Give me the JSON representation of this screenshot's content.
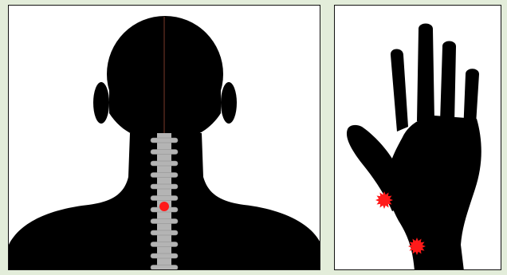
{
  "colors": {
    "background": "#e3edda",
    "panel_background": "#ffffff",
    "panel_border": "#111111",
    "silhouette": "#000000",
    "spine": "#b4b4b4",
    "marker": "#ff1a1a",
    "midline": "#7a3a2a"
  },
  "panels": [
    {
      "name": "head-neck-back-view",
      "icon": "head-silhouette-icon",
      "markers": 1
    },
    {
      "name": "hand-palm-view",
      "icon": "hand-silhouette-icon",
      "markers": 2
    }
  ]
}
